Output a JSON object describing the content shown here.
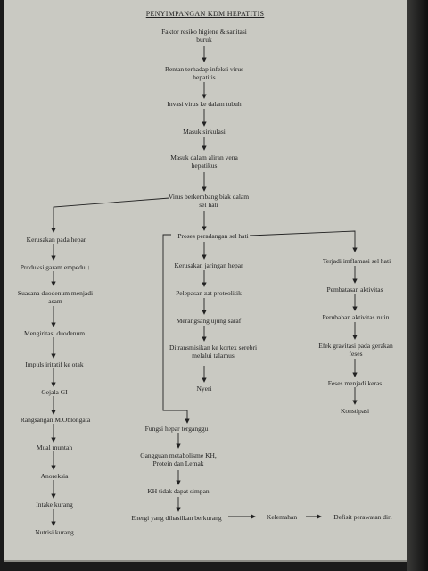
{
  "title": "PENYIMPANGAN KDM HEPATITIS",
  "center": [
    "Faktor resiko higiene & sanitasi buruk",
    "Rentan terhadap infeksi virus hepatitis",
    "Invasi virus ke dalam tubuh",
    "Masuk sirkulasi",
    "Masuk dalam aliran vena hepatikus",
    "Virus berkembang biak dalam sel hati"
  ],
  "left_branch": [
    "Kerusakan pada hepar",
    "Produksi garam empedu ↓",
    "Suasana duodenum menjadi asam",
    "Mengiritasi duodenum",
    "Impuls iritatif ke otak",
    "Gejala GI",
    "Rangsangan M.Oblongata",
    "Mual muntah",
    "Anoreksia",
    "Intake kurang",
    "Nutrisi kurang"
  ],
  "middle_branch": [
    "Proses peradangan sel hati",
    "Kerusakan jaringan hepar",
    "Pelepasan zat proteolitik",
    "Merangsang ujung saraf",
    "Ditransmisikan ke kortex serebri melalui talamus",
    "Nyeri"
  ],
  "right_branch": [
    "Terjadi imflamasi sel hati",
    "Pembatasan aktivitas",
    "Perubahan aktivitas rutin",
    "Efek gravitasi pada gerakan feses",
    "Feses menjadi keras",
    "Konstipasi"
  ],
  "lower_branch": [
    "Fungsi hepar terganggu",
    "Gangguan metabolisme KH, Protein dan Lemak",
    "KH tidak dapat simpan",
    "Energi yang dihasilkan berkurang",
    "Kelemahan",
    "Defisit perawatan diri"
  ]
}
